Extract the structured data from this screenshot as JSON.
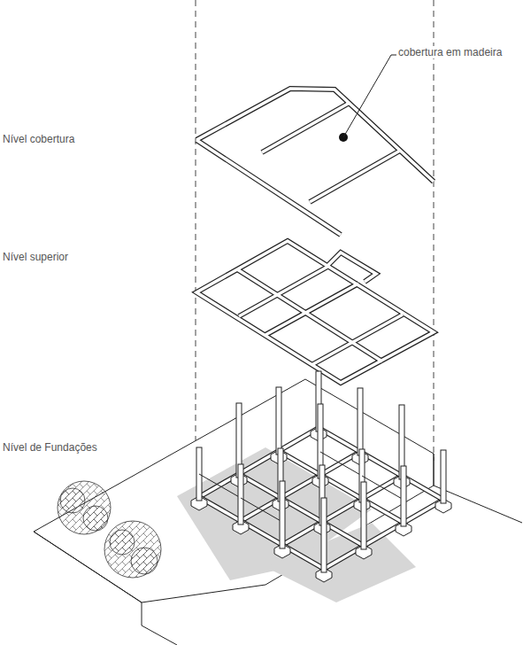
{
  "diagram": {
    "labels": [
      "cobertura em madeira",
      "Nível cobertura",
      "Nível superior",
      "Nível de Fundações"
    ]
  }
}
